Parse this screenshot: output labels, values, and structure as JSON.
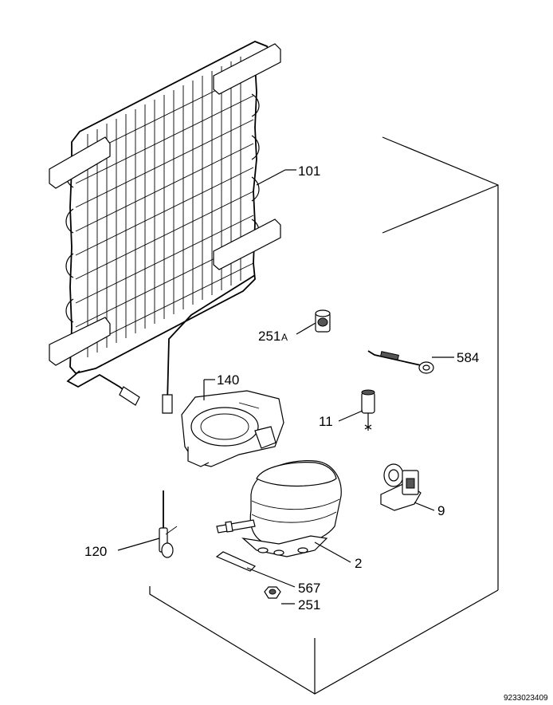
{
  "parts": [
    {
      "id": "condenser",
      "label": "101"
    },
    {
      "id": "rubber-grommet",
      "label": "251",
      "suffix": "A"
    },
    {
      "id": "relay-connector",
      "label": "584"
    },
    {
      "id": "drip-tray",
      "label": "140"
    },
    {
      "id": "ptc-starter",
      "label": "11"
    },
    {
      "id": "overload-relay",
      "label": "9"
    },
    {
      "id": "compressor",
      "label": "2"
    },
    {
      "id": "drier-filter",
      "label": "120"
    },
    {
      "id": "mounting-plate",
      "label": "567"
    },
    {
      "id": "nut",
      "label": "251"
    }
  ],
  "reference_code": "9233023409"
}
